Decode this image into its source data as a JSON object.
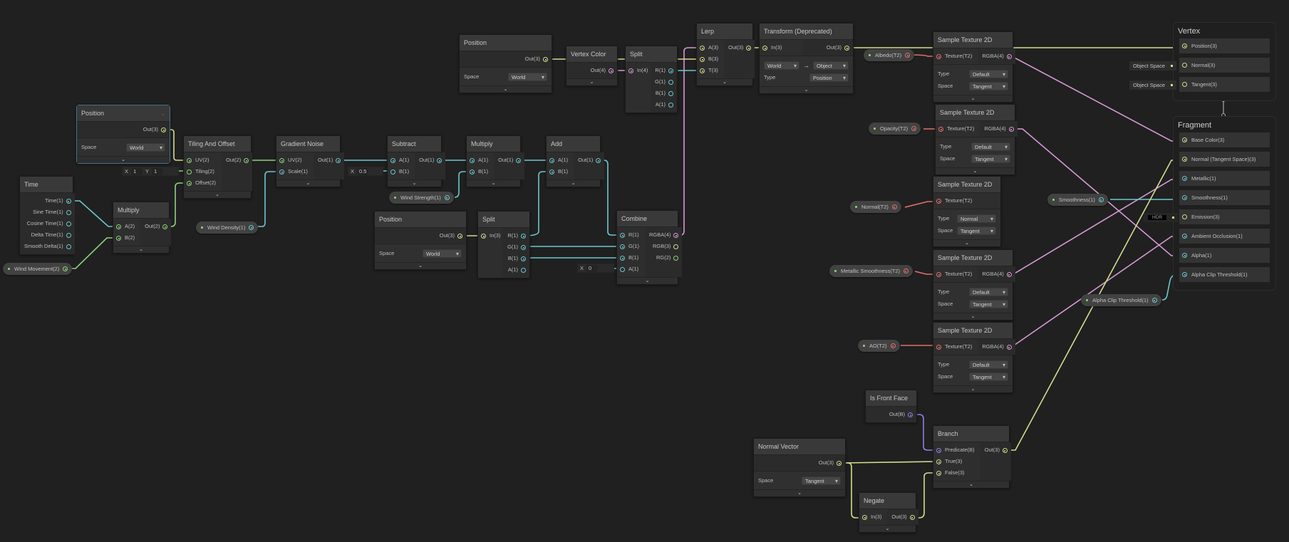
{
  "app": "Shader Graph",
  "colors": {
    "background": "#202020",
    "vector3": "#d6dc8c",
    "vector2": "#8ed37a",
    "vector1": "#6cc7cf",
    "vector4": "#d799d6",
    "texture2d": "#e0706c",
    "boolean": "#8f80e0",
    "selection": "#44718c"
  },
  "nodes": {
    "position1": {
      "title": "Position",
      "out": "Out(3)",
      "space_label": "Space",
      "space_value": "World"
    },
    "time": {
      "title": "Time",
      "outputs": [
        "Time(1)",
        "Sine Time(1)",
        "Cosine Time(1)",
        "Delta Time(1)",
        "Smooth Delta(1)"
      ]
    },
    "multiply1": {
      "title": "Multiply",
      "inputs": [
        "A(2)",
        "B(2)"
      ],
      "out": "Out(2)"
    },
    "tiling": {
      "title": "Tiling And Offset",
      "inputs": [
        "UV(2)",
        "Tiling(2)",
        "Offset(2)"
      ],
      "out": "Out(2)",
      "tiling_x_label": "X",
      "tiling_x": "1",
      "tiling_y_label": "Y",
      "tiling_y": "1"
    },
    "gradient": {
      "title": "Gradient Noise",
      "inputs": [
        "UV(2)",
        "Scale(1)"
      ],
      "out": "Out(1)"
    },
    "subtract": {
      "title": "Subtract",
      "inputs": [
        "A(1)",
        "B(1)"
      ],
      "out": "Out(1)",
      "b_label": "X",
      "b_value": "0.5"
    },
    "multiply2": {
      "title": "Multiply",
      "inputs": [
        "A(1)",
        "B(1)"
      ],
      "out": "Out(1)"
    },
    "add": {
      "title": "Add",
      "inputs": [
        "A(1)",
        "B(1)"
      ],
      "out": "Out(1)"
    },
    "position2": {
      "title": "Position",
      "out": "Out(3)",
      "space_label": "Space",
      "space_value": "World"
    },
    "split2": {
      "title": "Split",
      "input": "In(3)",
      "outputs": [
        "R(1)",
        "G(1)",
        "B(1)",
        "A(1)"
      ]
    },
    "combine": {
      "title": "Combine",
      "inputs": [
        "R(1)",
        "G(1)",
        "B(1)",
        "A(1)"
      ],
      "outputs": [
        "RGBA(4)",
        "RGB(3)",
        "RG(2)"
      ],
      "a_label": "X",
      "a_value": "0"
    },
    "position3": {
      "title": "Position",
      "out": "Out(3)",
      "space_label": "Space",
      "space_value": "World"
    },
    "vertexColor": {
      "title": "Vertex Color",
      "out": "Out(4)"
    },
    "split1": {
      "title": "Split",
      "input": "In(4)",
      "outputs": [
        "R(1)",
        "G(1)",
        "B(1)",
        "A(1)"
      ]
    },
    "lerp": {
      "title": "Lerp",
      "inputs": [
        "A(3)",
        "B(3)",
        "T(3)"
      ],
      "out": "Out(3)"
    },
    "transform": {
      "title": "Transform (Deprecated)",
      "input": "In(3)",
      "out": "Out(3)",
      "from": "World",
      "arrow": "→",
      "to": "Object",
      "type_label": "Type",
      "type_value": "Position"
    },
    "tex1": {
      "title": "Sample Texture 2D",
      "input": "Texture(T2)",
      "out": "RGBA(4)",
      "type_label": "Type",
      "type_value": "Default",
      "space_label": "Space",
      "space_value": "Tangent"
    },
    "tex2": {
      "title": "Sample Texture 2D",
      "input": "Texture(T2)",
      "out": "RGBA(4)",
      "type_label": "Type",
      "type_value": "Default",
      "space_label": "Space",
      "space_value": "Tangent"
    },
    "tex3": {
      "title": "Sample Texture 2D",
      "input": "Texture(T2)",
      "type_label": "Type",
      "type_value": "Normal",
      "space_label": "Space",
      "space_value": "Tangent"
    },
    "tex4": {
      "title": "Sample Texture 2D",
      "input": "Texture(T2)",
      "out": "RGBA(4)",
      "type_label": "Type",
      "type_value": "Default",
      "space_label": "Space",
      "space_value": "Tangent"
    },
    "tex5": {
      "title": "Sample Texture 2D",
      "input": "Texture(T2)",
      "out": "RGBA(4)",
      "type_label": "Type",
      "type_value": "Default",
      "space_label": "Space",
      "space_value": "Tangent"
    },
    "isFrontFace": {
      "title": "Is Front Face",
      "out": "Out(B)"
    },
    "normalVector": {
      "title": "Normal Vector",
      "out": "Out(3)",
      "space_label": "Space",
      "space_value": "Tangent"
    },
    "negate": {
      "title": "Negate",
      "input": "In(3)",
      "out": "Out(3)"
    },
    "branch": {
      "title": "Branch",
      "inputs": [
        "Predicate(B)",
        "True(3)",
        "False(3)"
      ],
      "out": "Out(3)"
    }
  },
  "properties": {
    "windMovement": "Wind Movement(2)",
    "windDensity": "Wind Density(1)",
    "windStrength": "Wind Strength(1)",
    "albedo": "Albedo(T2)",
    "opacity": "Opacity(T2)",
    "normal": "Normal(T2)",
    "metallicSmoothness": "Metallic Smoothness(T2)",
    "ao": "AO(T2)",
    "smoothness": "Smoothness(1)",
    "alphaClip": "Alpha Clip Threshold(1)"
  },
  "master": {
    "vertex": {
      "title": "Vertex",
      "slots": [
        "Position(3)",
        "Normal(3)",
        "Tangent(3)"
      ],
      "normal_default": "Object Space",
      "tangent_default": "Object Space"
    },
    "fragment": {
      "title": "Fragment",
      "slots": [
        "Base Color(3)",
        "Normal (Tangent Space)(3)",
        "Metallic(1)",
        "Smoothness(1)",
        "Emission(3)",
        "Ambient Occlusion(1)",
        "Alpha(1)",
        "Alpha Clip Threshold(1)"
      ],
      "emission_default": "HDR"
    }
  },
  "ui": {
    "expand_glyph": "⌄",
    "collapse_glyph": "⌄"
  }
}
